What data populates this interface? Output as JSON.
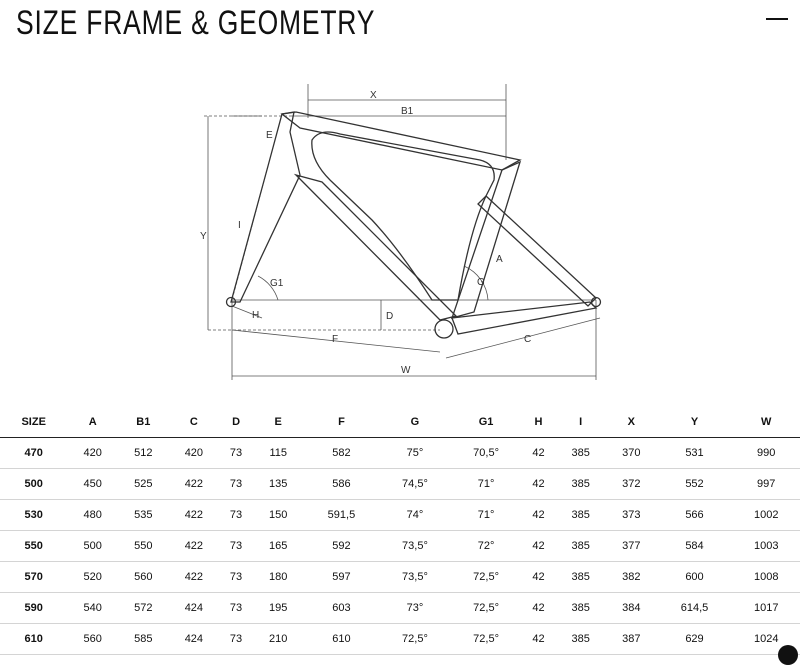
{
  "page": {
    "title": "SIZE FRAME & GEOMETRY"
  },
  "diagram": {
    "labels": {
      "X": "X",
      "B1": "B1",
      "E": "E",
      "Y": "Y",
      "I": "I",
      "G1": "G1",
      "H": "H",
      "D": "D",
      "F": "F",
      "A": "A",
      "G": "G",
      "C": "C",
      "W": "W"
    }
  },
  "table": {
    "headers": [
      "SIZE",
      "A",
      "B1",
      "C",
      "D",
      "E",
      "F",
      "G",
      "G1",
      "H",
      "I",
      "X",
      "Y",
      "W"
    ],
    "rows": [
      [
        "470",
        "420",
        "512",
        "420",
        "73",
        "115",
        "582",
        "75°",
        "70,5°",
        "42",
        "385",
        "370",
        "531",
        "990"
      ],
      [
        "500",
        "450",
        "525",
        "422",
        "73",
        "135",
        "586",
        "74,5°",
        "71°",
        "42",
        "385",
        "372",
        "552",
        "997"
      ],
      [
        "530",
        "480",
        "535",
        "422",
        "73",
        "150",
        "591,5",
        "74°",
        "71°",
        "42",
        "385",
        "373",
        "566",
        "1002"
      ],
      [
        "550",
        "500",
        "550",
        "422",
        "73",
        "165",
        "592",
        "73,5°",
        "72°",
        "42",
        "385",
        "377",
        "584",
        "1003"
      ],
      [
        "570",
        "520",
        "560",
        "422",
        "73",
        "180",
        "597",
        "73,5°",
        "72,5°",
        "42",
        "385",
        "382",
        "600",
        "1008"
      ],
      [
        "590",
        "540",
        "572",
        "424",
        "73",
        "195",
        "603",
        "73°",
        "72,5°",
        "42",
        "385",
        "384",
        "614,5",
        "1017"
      ],
      [
        "610",
        "560",
        "585",
        "424",
        "73",
        "210",
        "610",
        "72,5°",
        "72,5°",
        "42",
        "385",
        "387",
        "629",
        "1024"
      ]
    ]
  }
}
